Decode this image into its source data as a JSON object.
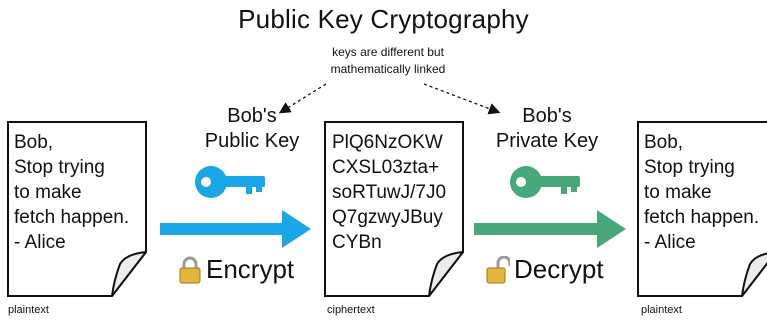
{
  "title": "Public Key Cryptography",
  "subtitle_lines": [
    "keys are different but",
    "mathematically linked"
  ],
  "public_key": {
    "label_lines": [
      "Bob's",
      "Public Key"
    ],
    "color": "#1aa7e8",
    "icon": "key-icon"
  },
  "private_key": {
    "label_lines": [
      "Bob's",
      "Private Key"
    ],
    "color": "#47a87b",
    "icon": "key-icon"
  },
  "documents": [
    {
      "lines": [
        "Bob,",
        "Stop trying",
        "to make",
        "fetch happen.",
        "- Alice"
      ],
      "caption": "plaintext"
    },
    {
      "lines": [
        "PlQ6NzOKW",
        "CXSL03zta+",
        "soRTuwJ/7J0",
        "Q7gzwyJBuy",
        "CYBn"
      ],
      "caption": "ciphertext"
    },
    {
      "lines": [
        "Bob,",
        "Stop trying",
        "to make",
        "fetch happen.",
        "- Alice"
      ],
      "caption": "plaintext"
    }
  ],
  "actions": {
    "encrypt": {
      "label": "Encrypt",
      "icon": "lock-closed-icon"
    },
    "decrypt": {
      "label": "Decrypt",
      "icon": "lock-open-icon"
    }
  },
  "arrow_colors": {
    "encrypt": "#1aa7e8",
    "decrypt": "#47a87b"
  }
}
